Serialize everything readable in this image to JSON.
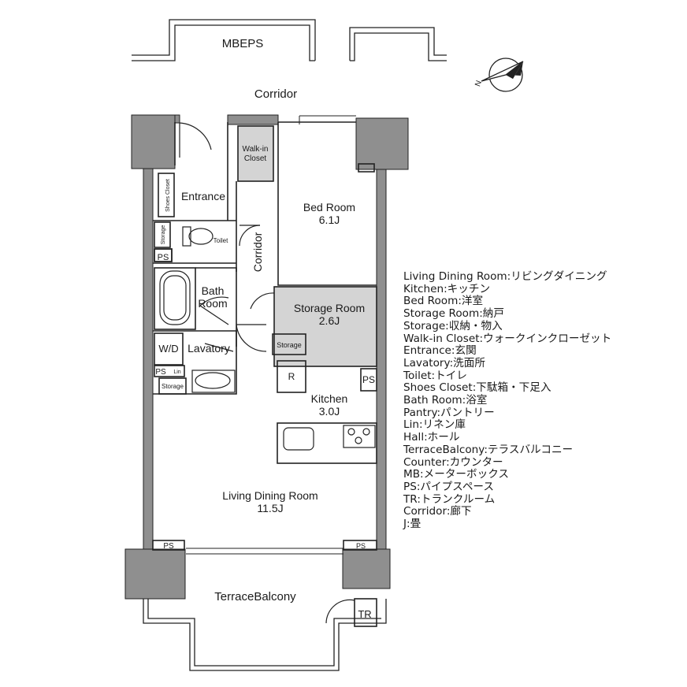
{
  "plan": {
    "mbeps": "MBEPS",
    "corridor_outside": "Corridor",
    "walk_in_closet": [
      "Walk-in",
      "Closet"
    ],
    "entrance": "Entrance",
    "shoes_closet": "Shoes Closet",
    "storage_small": "Storage",
    "toilet": "Toilet",
    "ps": "PS",
    "corridor_inside": "Corridor",
    "bed_room": "Bed Room",
    "bed_room_size": "6.1J",
    "bath_room": [
      "Bath",
      "Room"
    ],
    "storage_room": "Storage Room",
    "storage_room_size": "2.6J",
    "wd": "W/D",
    "lavatory": "Lavatory",
    "storage": "Storage",
    "lin": "Lin",
    "refrigerator": "R",
    "kitchen": "Kitchen",
    "kitchen_size": "3.0J",
    "living_dining": "Living Dining Room",
    "living_dining_size": "11.5J",
    "terrace": "TerraceBalcony",
    "trunk_room": "TR",
    "north": "N"
  },
  "legend": [
    "Living Dining Room:リビングダイニング",
    "Kitchen:キッチン",
    "Bed Room:洋室",
    "Storage Room:納戸",
    "Storage:収納・物入",
    "Walk-in Closet:ウォークインクローゼット",
    "Entrance:玄関",
    "Lavatory:洗面所",
    "Toilet:トイレ",
    "Shoes Closet:下駄箱・下足入",
    "Bath Room:浴室",
    "Pantry:パントリー",
    "Lin:リネン庫",
    "Hall:ホール",
    "TerraceBalcony:テラスバルコニー",
    "Counter:カウンター",
    "MB:メーターボックス",
    "PS:パイプスペース",
    "TR:トランクルーム",
    "Corridor:廊下",
    "J:畳"
  ],
  "colors": {
    "wall": "#8f8f8f",
    "storage_fill": "#d4d4d4",
    "line": "#222222"
  }
}
